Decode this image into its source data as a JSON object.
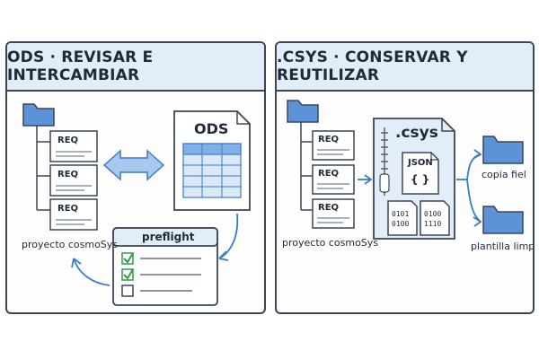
{
  "left_panel": {
    "title": "ODS · REVISAR E INTERCAMBIAR",
    "req_labels": [
      "REQ",
      "REQ",
      "REQ"
    ],
    "project_label": "proyecto cosmoSys",
    "doc_label": "ODS",
    "preflight_label": "preflight",
    "checklist": [
      {
        "state": "checked"
      },
      {
        "state": "checked"
      },
      {
        "state": "unchecked"
      }
    ]
  },
  "right_panel": {
    "title": ".CSYS · CONSERVAR Y REUTILIZAR",
    "req_labels": [
      "REQ",
      "REQ",
      "REQ"
    ],
    "project_label": "proyecto cosmoSys",
    "archive_label": ".csys",
    "json_label": "JSON",
    "json_braces": "{ }",
    "binary_left": [
      "0101",
      "0100"
    ],
    "binary_right": [
      "0100",
      "1110"
    ],
    "outputs": [
      "copia fiel",
      "plantilla limpia"
    ]
  },
  "colors": {
    "folder": "#5b93d6",
    "outline": "#3a4658",
    "header_bg": "#e3edf8",
    "arrow": "#3a7bc8",
    "check": "#2e9a4a"
  }
}
